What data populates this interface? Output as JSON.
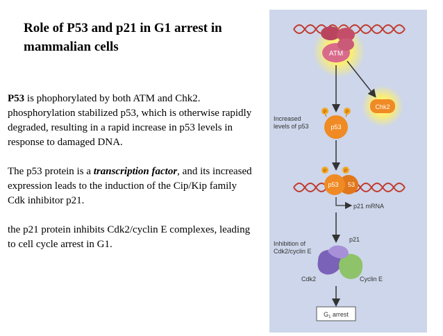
{
  "title": "Role of P53 and p21 in G1 arrest in mammalian cells",
  "paragraphs": {
    "p1_bold": "P53",
    "p1_rest": " is phophorylated by both ATM and Chk2. phosphorylation stabilized p53, which is otherwise rapidly degraded, resulting in a rapid increase in p53 levels in response to damaged DNA.",
    "p2_start": "The p53 protein is a ",
    "p2_emph": "transcription factor",
    "p2_end": ", and its increased expression leads to the induction of the Cip/Kip family Cdk inhibitor p21.",
    "p3": " the p21 protein inhibits Cdk2/cyclin E complexes, leading to cell cycle arrest in G1."
  },
  "figure": {
    "atm": "ATM",
    "chk2": "Chk2",
    "increased_line1": "Increased",
    "increased_line2": "levels of p53",
    "p53": "p53",
    "p53_bound": "p53",
    "p53_bound_partial": "53",
    "p21_mrna": "p21 mRNA",
    "inhibition_line1": "Inhibition of",
    "inhibition_line2": "Cdk2/cyclin E",
    "p21": "p21",
    "cdk2": "Cdk2",
    "cyclin_e": "Cyclin E",
    "g1_arrest_main": "G",
    "g1_arrest_sub": "1",
    "g1_arrest_rest": " arrest",
    "phospho_mark": "P"
  },
  "colors": {
    "panel_bg": "#cdd6ea",
    "dna": "#c0392b",
    "p53": "#f08a24",
    "phospho": "#f5a623",
    "glow": "#fff06a",
    "atm_body": "#d86a8a",
    "p21_purple": "#8a6fc0",
    "cdk2_purple": "#7a62b8",
    "cyclin_green": "#8fc36a"
  }
}
